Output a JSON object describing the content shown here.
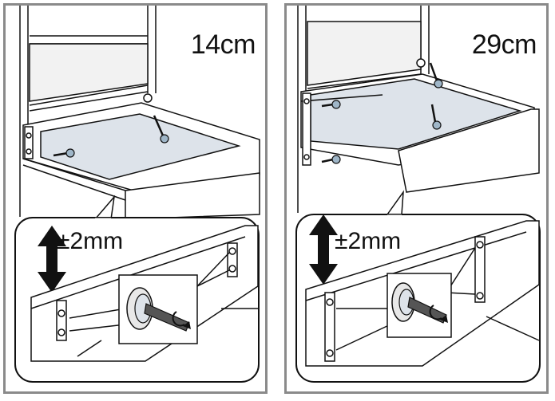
{
  "panels": [
    {
      "dimension": "14cm",
      "tolerance": "±2mm"
    },
    {
      "dimension": "29cm",
      "tolerance": "±2mm"
    }
  ],
  "colors": {
    "frame": "#8a8a8a",
    "line": "#111111",
    "fill_tray": "#dde3ea",
    "screw": "#9fb6c8"
  }
}
